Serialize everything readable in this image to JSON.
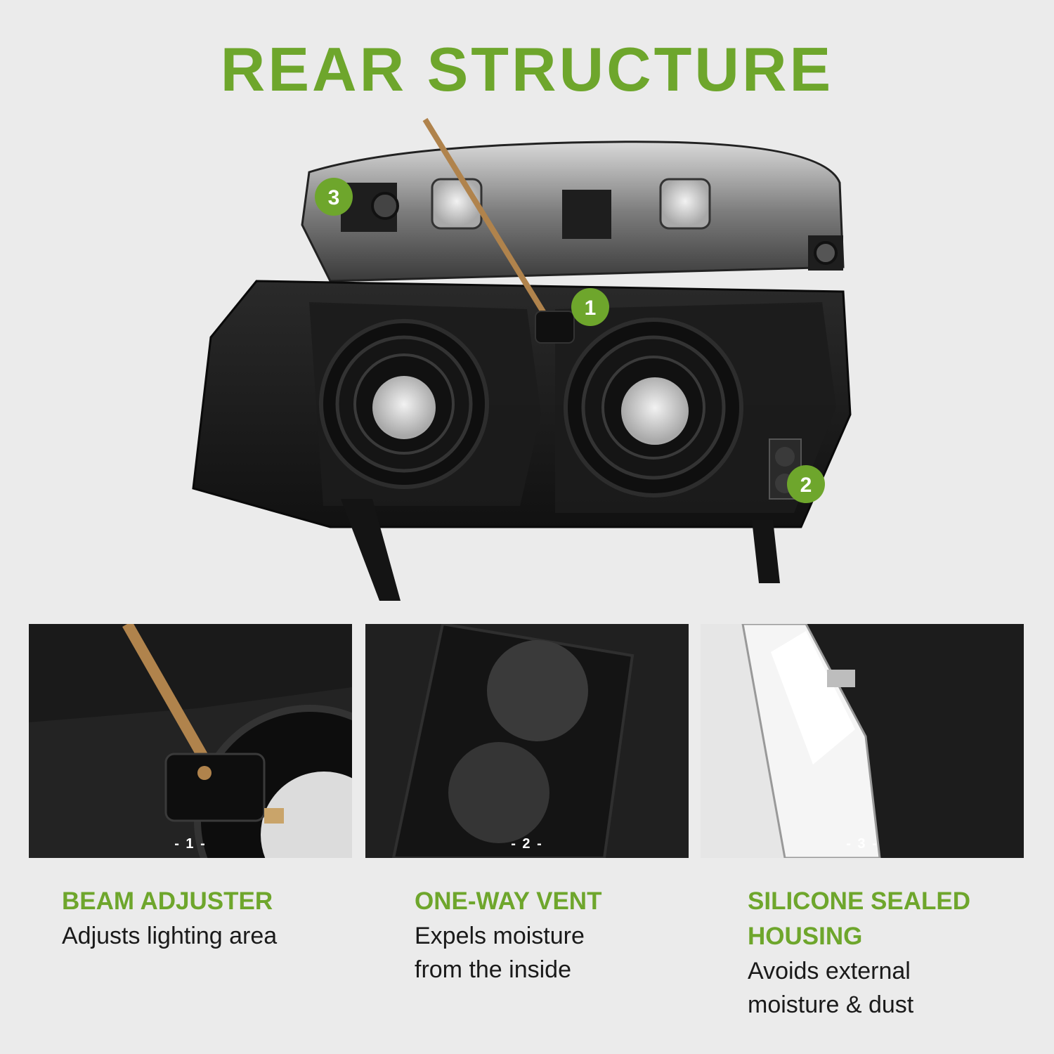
{
  "title": "REAR STRUCTURE",
  "hero": {
    "callouts": [
      {
        "number": "1",
        "name": "beam adjuster"
      },
      {
        "number": "2",
        "name": "vent"
      },
      {
        "number": "3",
        "name": "sealed housing"
      }
    ]
  },
  "panels": [
    {
      "index": "- 1 -"
    },
    {
      "index": "- 2 -"
    },
    {
      "index": "- 3 -"
    }
  ],
  "features": [
    {
      "title": "BEAM ADJUSTER",
      "description": "Adjusts lighting area"
    },
    {
      "title": "ONE-WAY VENT",
      "description": "Expels moisture from the inside"
    },
    {
      "title": "SILICONE SEALED HOUSING",
      "description": "Avoids external moisture & dust"
    }
  ],
  "colors": {
    "accent": "#6ea62c",
    "background": "#ebebeb",
    "text": "#1a1a1a"
  }
}
